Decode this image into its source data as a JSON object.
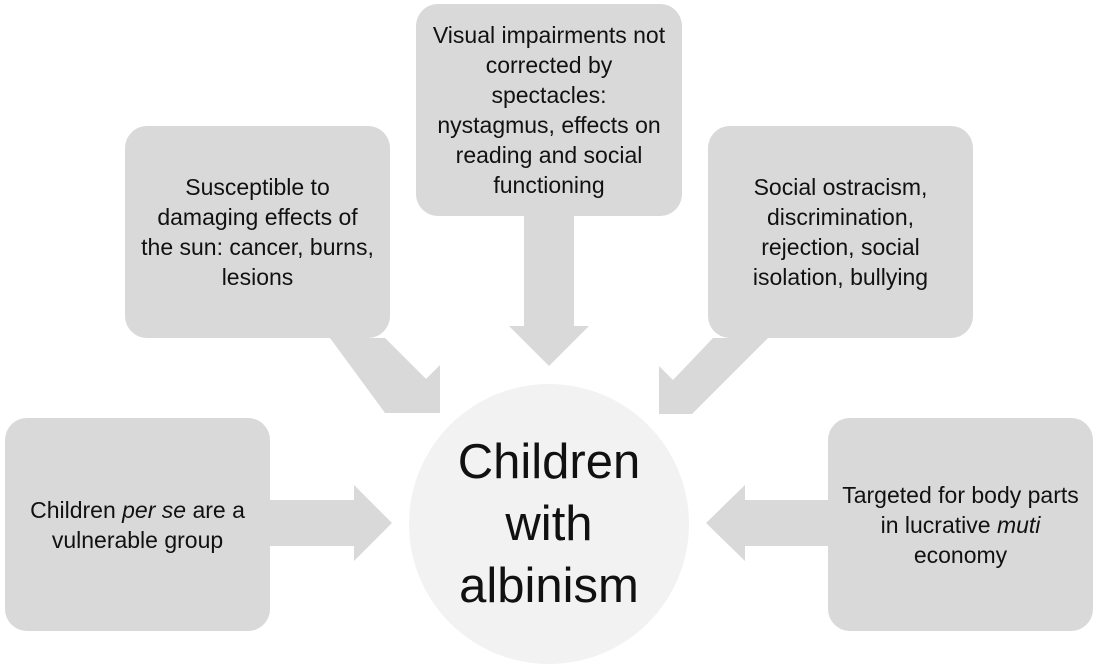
{
  "diagram": {
    "center": {
      "label_line1": "Children",
      "label_line2": "with",
      "label_line3": "albinism"
    },
    "boxes": {
      "sun": {
        "text": "Susceptible to damaging effects of the sun: cancer, burns, lesions"
      },
      "vision": {
        "text": "Visual impairments not corrected by spectacles: nystagmus, effects on reading and social functioning"
      },
      "social": {
        "text": "Social ostracism, discrimination, rejection, social isolation, bullying"
      },
      "children": {
        "text_before": "Children ",
        "text_italic": "per se",
        "text_after": " are a vulnerable group"
      },
      "targeted": {
        "text_before": "Targeted for body parts in lucrative ",
        "text_italic": "muti",
        "text_after": " economy"
      }
    },
    "colors": {
      "box_fill": "#d9d9d9",
      "arrow_fill": "#d9d9d9",
      "center_fill": "#f2f2f2",
      "text": "#111111"
    }
  }
}
